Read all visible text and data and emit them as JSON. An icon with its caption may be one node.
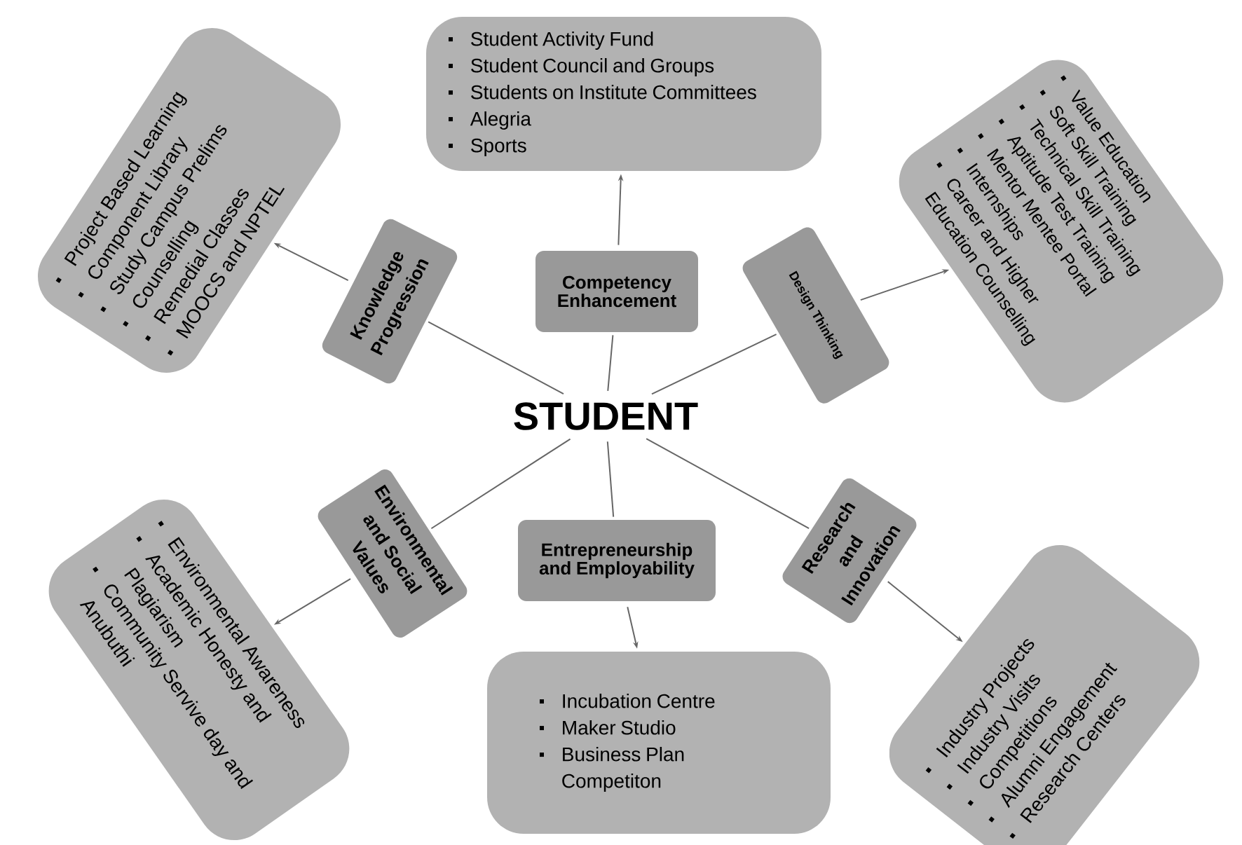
{
  "diagram": {
    "nodes": [
      {
        "text": [
          "STUDENT"
        ]
      },
      {
        "text": [
          "Competency Enhancement"
        ]
      },
      {
        "text": [
          "Student Activity Fund",
          "Student Council and Groups",
          "Students on Institute Committees",
          "Alegria",
          "Sports"
        ]
      },
      {
        "text": [
          "Knowledge Progression"
        ]
      },
      {
        "text": [
          "Project Based Learning",
          "Component Library",
          "Study Campus Prelims",
          "Counselling",
          "Remedial Classes",
          "MOOCS and NPTEL"
        ]
      },
      {
        "text": [
          "Design Thinking"
        ]
      },
      {
        "text": [
          "Value Education",
          "Soft Skill Training",
          "Technical Skill Training",
          "Aptitude Test Training",
          "Mentor Mentee Portal",
          "Internships",
          "Career and Higher Education Counselling"
        ]
      },
      {
        "text": [
          "Environmental and Social Values"
        ]
      },
      {
        "text": [
          "Environmental Awareness",
          "Academic Honesty and Plagiarism",
          "Community Servive day and Anubuthi"
        ]
      },
      {
        "text": [
          "Entrepreneurship and Employability"
        ]
      },
      {
        "text": [
          "Incubation Centre",
          "Maker Studio",
          "Business Plan Competiton"
        ]
      },
      {
        "text": [
          "Research and Innovation"
        ]
      },
      {
        "text": [
          "Industry Projects",
          "Industry Visits",
          "Competitions",
          "Alumni Engagement",
          "Research Centers"
        ]
      }
    ],
    "edges": [
      {
        "from": 0,
        "to": 1,
        "arrow": "none"
      },
      {
        "from": 1,
        "to": 2,
        "arrow": "to"
      },
      {
        "from": 0,
        "to": 3,
        "arrow": "none"
      },
      {
        "from": 3,
        "to": 4,
        "arrow": "to"
      },
      {
        "from": 0,
        "to": 5,
        "arrow": "none"
      },
      {
        "from": 5,
        "to": 6,
        "arrow": "to"
      },
      {
        "from": 0,
        "to": 7,
        "arrow": "none"
      },
      {
        "from": 7,
        "to": 8,
        "arrow": "to"
      },
      {
        "from": 0,
        "to": 9,
        "arrow": "none"
      },
      {
        "from": 9,
        "to": 10,
        "arrow": "to"
      },
      {
        "from": 0,
        "to": 11,
        "arrow": "none"
      },
      {
        "from": 11,
        "to": 12,
        "arrow": "to"
      }
    ]
  }
}
